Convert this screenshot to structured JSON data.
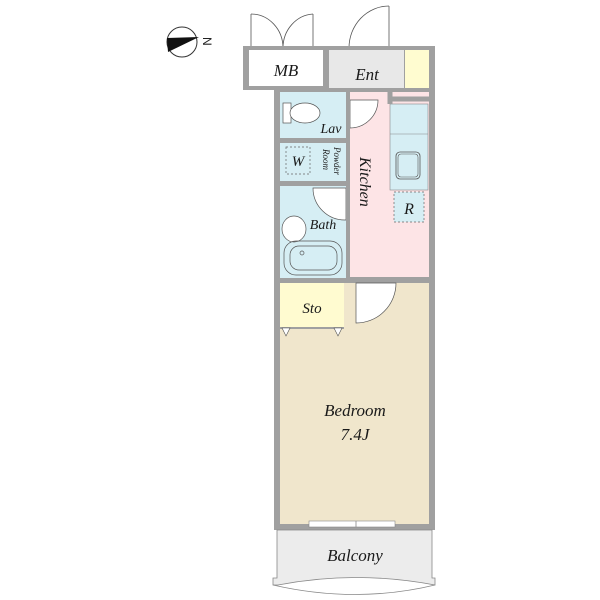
{
  "compass": {
    "direction_label": "N"
  },
  "rooms": {
    "mb": {
      "label": "MB"
    },
    "ent": {
      "label": "Ent"
    },
    "lav": {
      "label": "Lav"
    },
    "w": {
      "label": "W"
    },
    "powder_room": {
      "label_line1": "Powder",
      "label_line2": "Room"
    },
    "kitchen": {
      "label": "Kitchen"
    },
    "refrigerator": {
      "label": "R"
    },
    "bath": {
      "label": "Bath"
    },
    "sto": {
      "label": "Sto"
    },
    "bedroom": {
      "label": "Bedroom",
      "size": "7.4J"
    },
    "balcony": {
      "label": "Balcony"
    }
  },
  "colors": {
    "wall": "#a0a0a0",
    "ent_floor": "#e8e8e8",
    "shoe_cabinet": "#fffcd0",
    "wet_area": "#d6eef4",
    "kitchen": "#fde4e6",
    "storage": "#fffbd0",
    "bedroom": "#f0e6cc",
    "balcony": "#ececec"
  }
}
